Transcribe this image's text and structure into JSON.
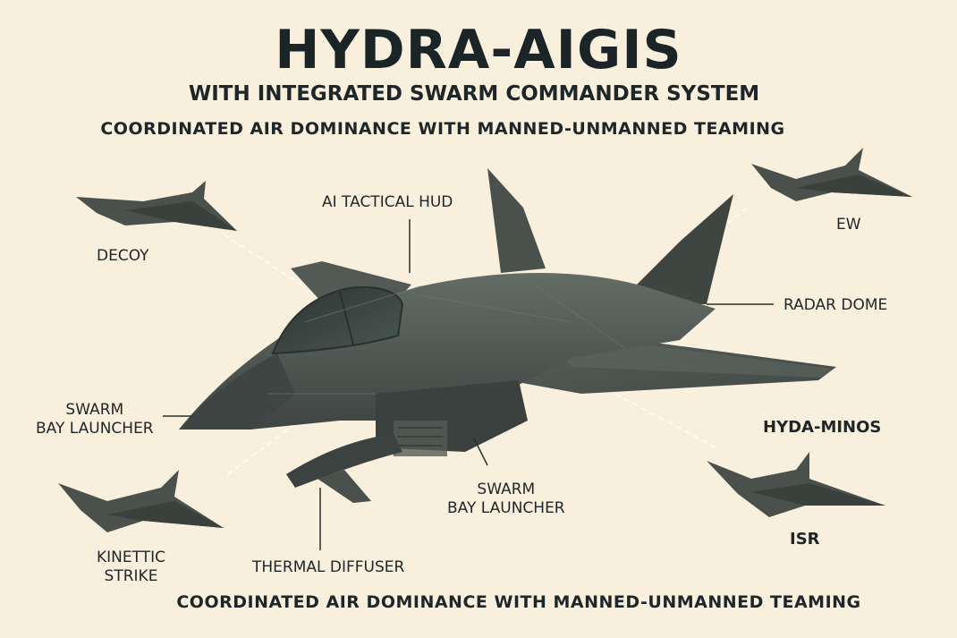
{
  "header": {
    "title": "HYDRA-AIGIS",
    "subtitle": "WITH INTEGRATED SWARM COMMANDER SYSTEM",
    "tagline": "COORDINATED AIR DOMINANCE WITH MANNED-UNMANNED TEAMING"
  },
  "labels": {
    "ai_hud": "AI TACTICAL HUD",
    "decoy": "DECOY",
    "ew": "EW",
    "radar_dome": "RADAR DOME",
    "swarm_left_line1": "SWARM",
    "swarm_left_line2": "BAY LAUNCHER",
    "swarm_center_line1": "SWARM",
    "swarm_center_line2": "BAY LAUNCHER",
    "hyda_minos": "HYDA-MINOS",
    "isr": "ISR",
    "kinetic_line1": "KINETTIC",
    "kinetic_line2": "STRIKE",
    "thermal": "THERMAL DIFFUSER"
  },
  "footer": {
    "text": "COORDINATED AIR DOMINANCE WITH MANNED-UNMANNED TEAMING"
  },
  "colors": {
    "background": "#f9efdd",
    "aircraft_body": "#4d5550",
    "aircraft_dark": "#353b38",
    "text": "#1d2426"
  }
}
